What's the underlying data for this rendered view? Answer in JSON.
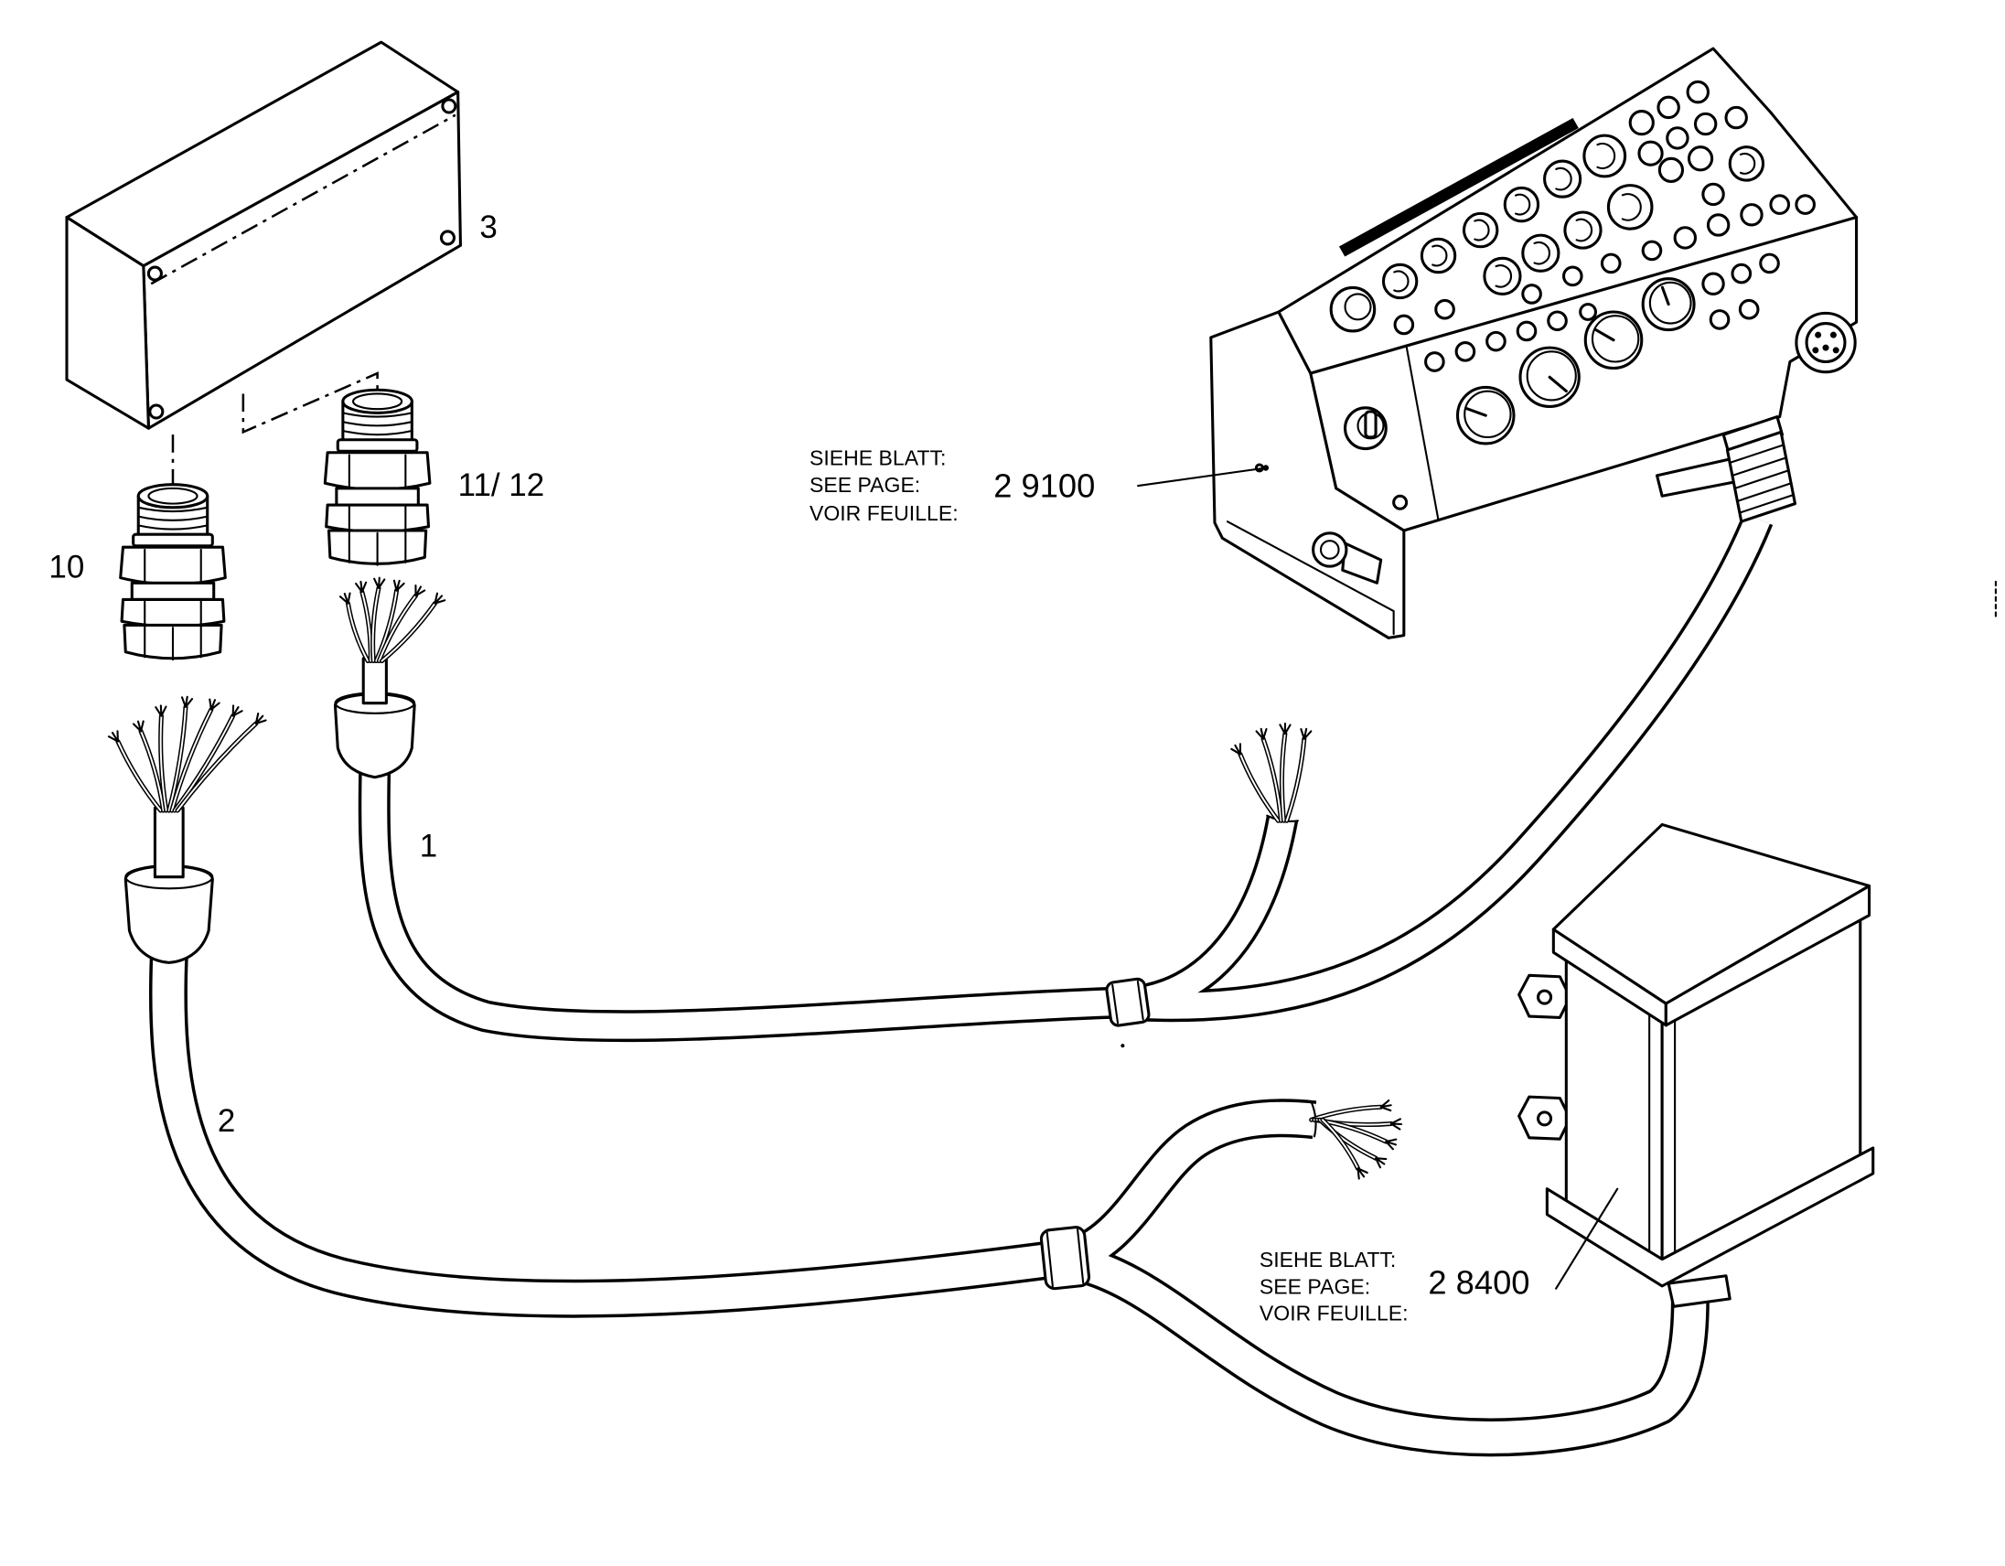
{
  "callouts": {
    "junction_box": "3",
    "gland_10": "10",
    "gland_11_12": "11/ 12",
    "cable_1": "1",
    "cable_2": "2"
  },
  "references": [
    {
      "lines": [
        "SIEHE BLATT:",
        "SEE PAGE:",
        "VOIR FEUILLE:"
      ],
      "page": "2 9100"
    },
    {
      "lines": [
        "SIEHE BLATT:",
        "SEE PAGE:",
        "VOIR FEUILLE:"
      ],
      "page": "2 8400"
    }
  ]
}
